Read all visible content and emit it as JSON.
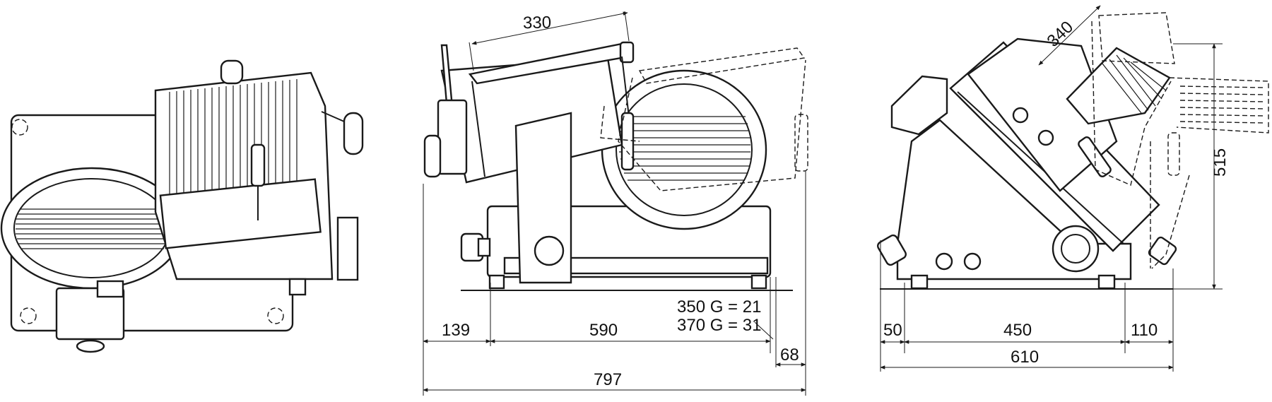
{
  "views": {
    "top": {},
    "side": {
      "dim_top": "330",
      "dim_left": "139",
      "dim_mid": "590",
      "note_1": "350 G = 21",
      "note_2": "370 G = 31",
      "dim_small": "68",
      "dim_total": "797"
    },
    "tilted": {
      "dim_top": "340",
      "dim_height": "515",
      "dim_left": "50",
      "dim_mid": "450",
      "dim_right": "110",
      "dim_total": "610"
    }
  }
}
